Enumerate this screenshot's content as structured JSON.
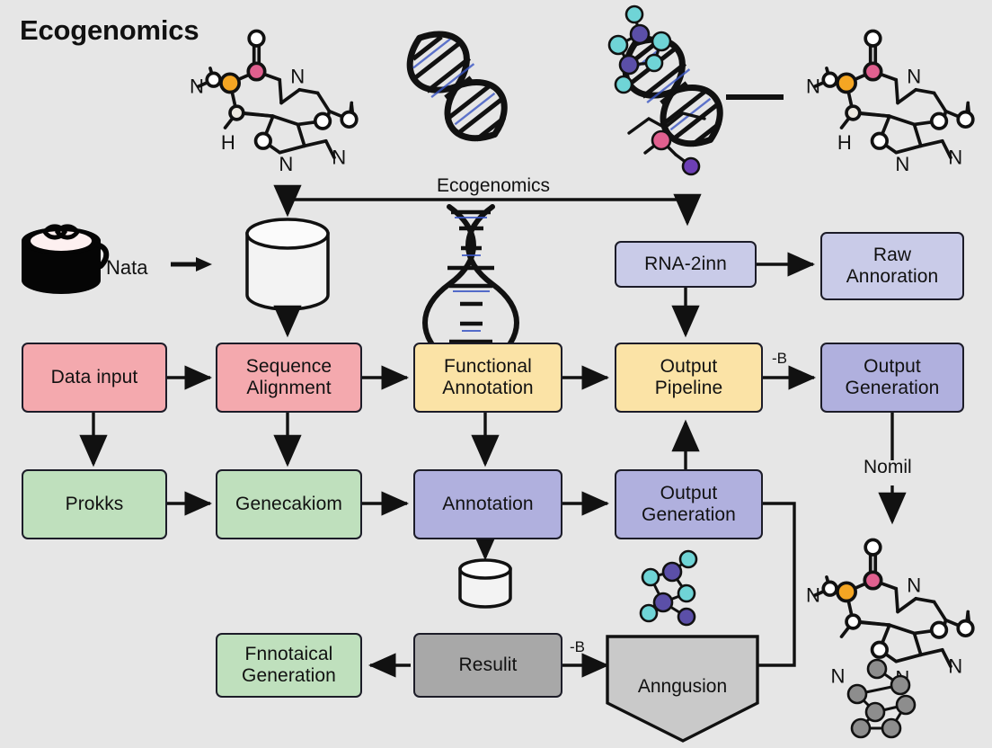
{
  "title": "Ecogenomics",
  "center_label": "Ecogenomics",
  "source_label": "Nata",
  "right_label": "Nomil",
  "nodes": {
    "data_input": "Data input",
    "sequence_alignment": "Sequence\nAlignment",
    "functional_annotation": "Functional\nAnnotation",
    "output_pipeline": "Output\nPipeline",
    "output_generation_right": "Output\nGeneration",
    "rna_2inn": "RNA-2inn",
    "raw_annoration": "Raw\nAnnoration",
    "prokks": "Prokks",
    "genecakiom": "Genecakiom",
    "annotation": "Annotation",
    "output_generation_mid": "Output\nGeneration",
    "fnnotaical_generation": "Fnnotaical\nGeneration",
    "resulit": "Resulit",
    "anngusion": "Anngusion"
  },
  "edge_labels": {
    "pipeline_to_generation": "-B",
    "resulit_to_anngusion": "-B"
  },
  "colors": {
    "background": "#e6e6e6",
    "pink": "#f4a9ae",
    "yellow": "#fbe3a6",
    "green": "#bfe0bd",
    "purple": "#b0b0de",
    "lavender": "#c9cbe8",
    "gray_dark": "#a8a8a8",
    "gray_light": "#c9c9c9",
    "stroke": "#1c1c28",
    "molecule_orange": "#f5a623",
    "molecule_pink": "#e0608f",
    "molecule_cyan": "#6fd4d6",
    "molecule_indigo": "#5b4fa8",
    "molecule_violet": "#6d3fb5",
    "helix_blue": "#3a56c4"
  },
  "icons": {
    "source_database": "database-cylinder-icon",
    "pipeline_database": "database-cylinder-icon",
    "annotation_database": "database-cylinder-icon",
    "dna_helix_left": "dna-helix-icon",
    "dna_helix_center": "dna-helix-icon",
    "dna_helix_right": "dna-helix-icon",
    "dna_helix_vertical": "dna-helix-icon",
    "molecule_top_left": "molecule-structure-icon",
    "molecule_top_right": "molecule-structure-icon",
    "molecule_bottom_right": "molecule-structure-icon",
    "molecule_cluster_top": "molecule-graph-icon",
    "molecule_cluster_mid": "molecule-graph-icon",
    "molecule_cluster_bottom": "molecule-graph-icon",
    "divider_dash": "horizontal-rule-icon",
    "source_arrow": "arrow-right-icon"
  }
}
